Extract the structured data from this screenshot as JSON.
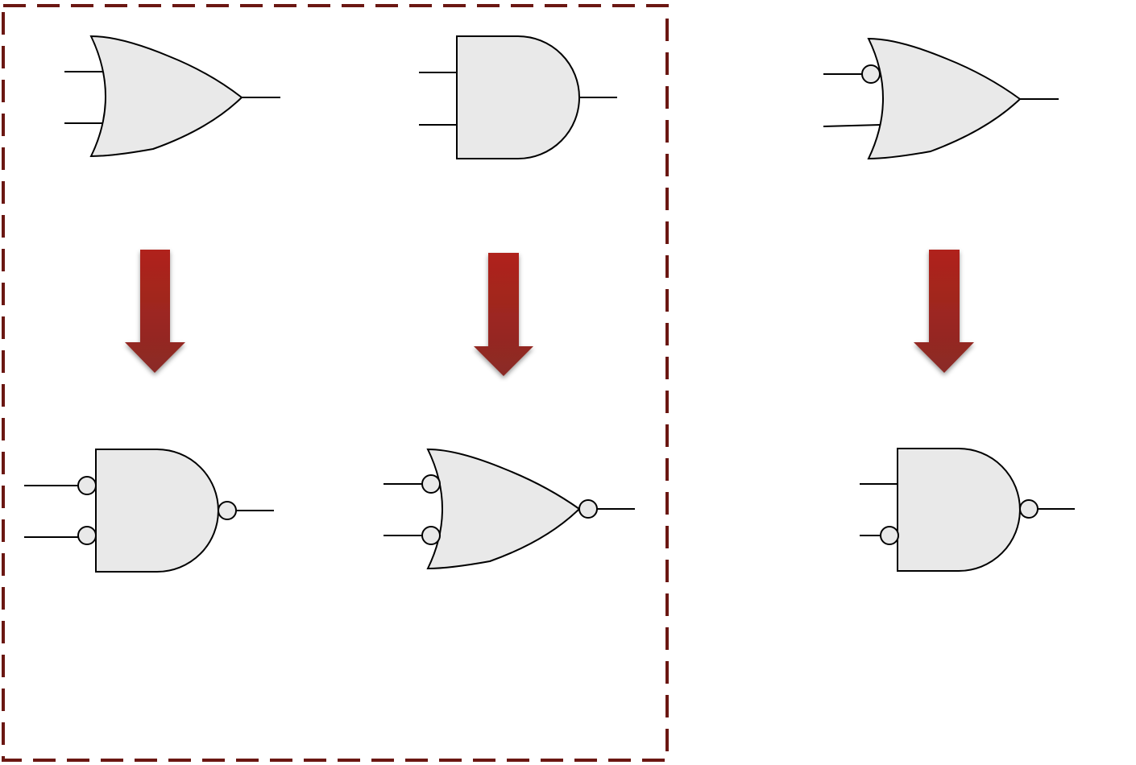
{
  "colors": {
    "frame": "#6b1712",
    "arrow_top": "#b0231a",
    "arrow_bottom": "#8a2a26",
    "gate_fill": "#e9e9e9"
  },
  "gates": {
    "top": [
      "or-gate",
      "and-gate",
      "or-gate-inverted-input"
    ],
    "bottom": [
      "and-gate-inverted-inputs-output",
      "or-gate-inverted-inputs-output",
      "and-gate-inverted-input-output"
    ]
  },
  "arrows": [
    "down-arrow",
    "down-arrow",
    "down-arrow"
  ]
}
